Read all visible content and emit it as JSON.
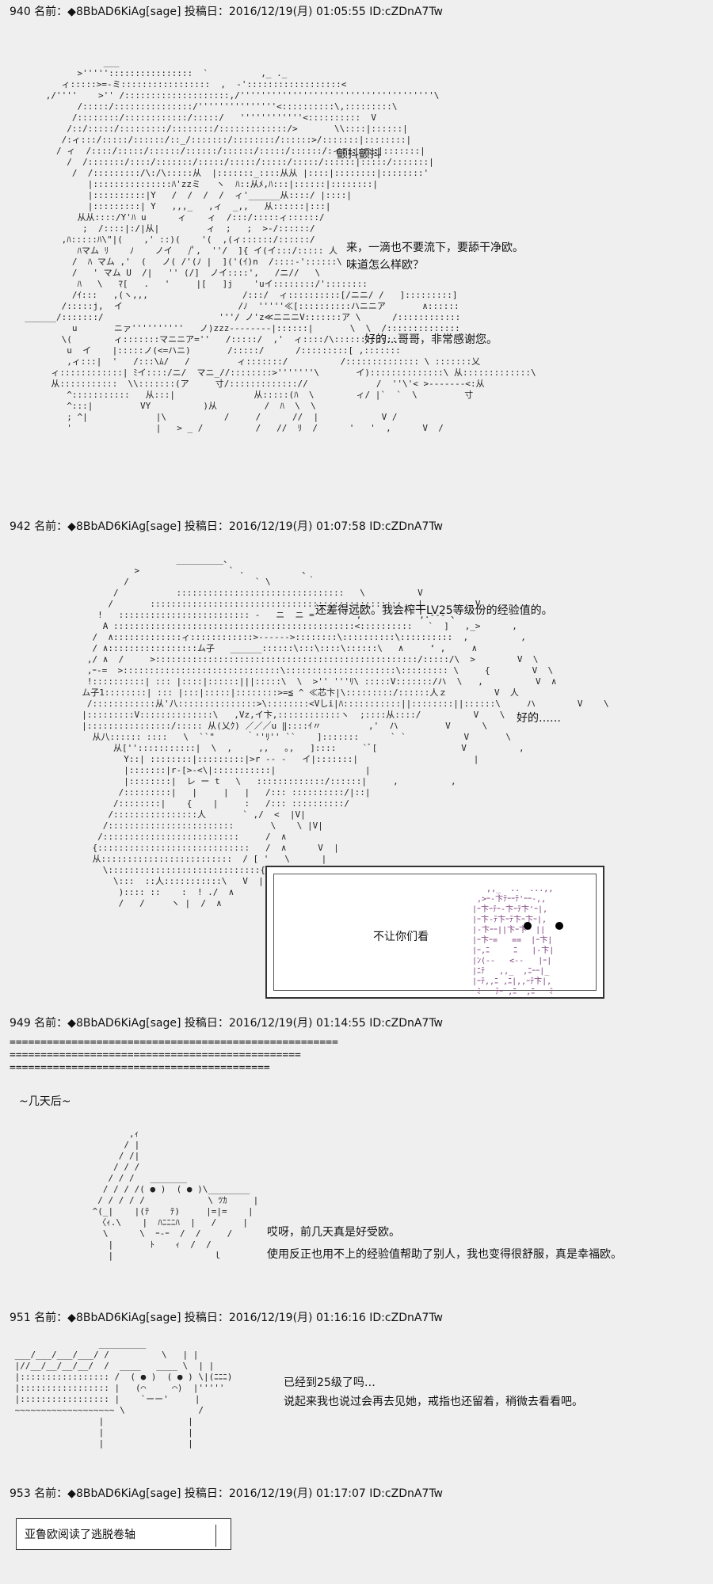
{
  "posts": [
    {
      "header": "940 名前：◆8BbAD6KiAg[sage] 投稿日：2016/12/19(月) 01:05:55 ID:cZDnA7Tw"
    },
    {
      "header": "942 名前：◆8BbAD6KiAg[sage] 投稿日：2016/12/19(月) 01:07:58 ID:cZDnA7Tw"
    },
    {
      "header": "949 名前：◆8BbAD6KiAg[sage] 投稿日：2016/12/19(月) 01:14:55 ID:cZDnA7Tw"
    },
    {
      "header": "951 名前：◆8BbAD6KiAg[sage] 投稿日：2016/12/19(月) 01:16:16 ID:cZDnA7Tw"
    },
    {
      "header": "953 名前：◆8BbAD6KiAg[sage] 投稿日：2016/12/19(月) 01:17:07 ID:cZDnA7Tw"
    }
  ],
  "dialogue": {
    "tremble": "颤抖颤抖",
    "line1a": "来，一滴也不要流下，要舔干净欧。",
    "line1b": "味道怎么样欧？",
    "line2": "好的…哥哥，非常感谢您。",
    "line3": "还差得远欧。我会榨干LV25等级份的经验值的。",
    "line4": "好的……",
    "box_text": "不让你们看",
    "days_later": "~几天后~",
    "line5a": "哎呀，前几天真是好受欧。",
    "line5b": "使用反正也用不上的经验值帮助了别人，我也变得很舒服，真是幸福欧。",
    "line6a": "已经到25级了吗…",
    "line6b": "说起来我也说过会再去见她，戒指也还留着，稍微去看看吧。",
    "scroll_text": "亚鲁欧阅读了逃脱卷轴"
  },
  "separator": {
    "line1": "=====================================================",
    "line2": "===============================================",
    "line3": "=========================================="
  }
}
